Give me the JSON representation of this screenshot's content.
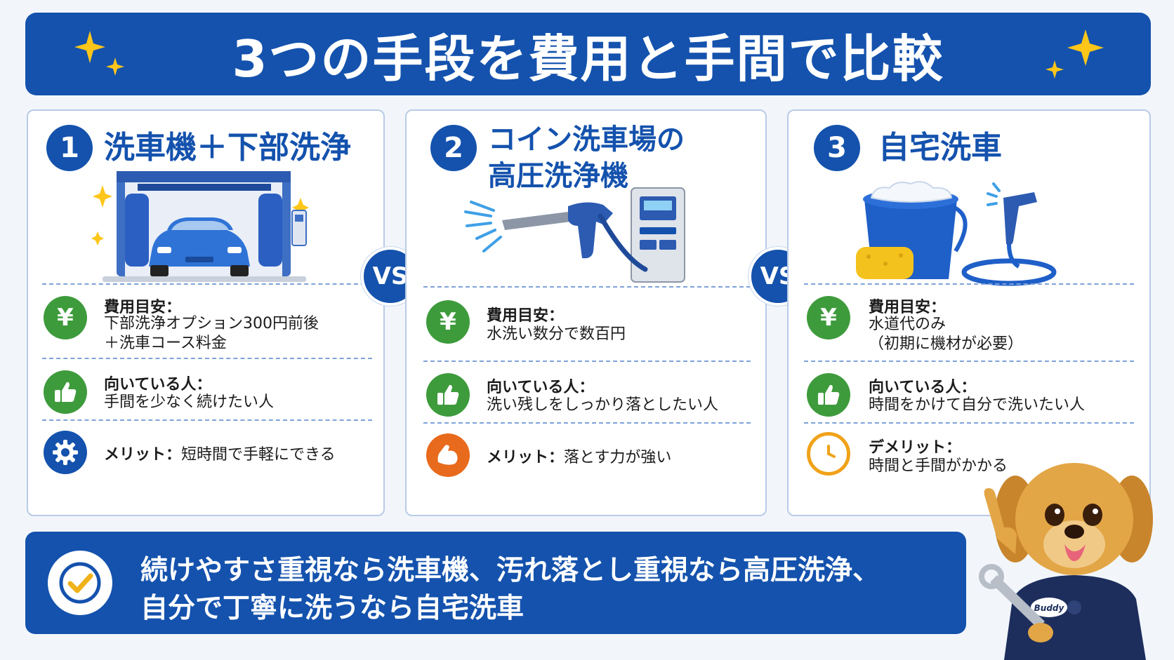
{
  "header": {
    "title": "3つの手段を費用と手間で比較"
  },
  "colors": {
    "brand_blue": "#1452ad",
    "green": "#3e9b3c",
    "orange": "#e86a1c",
    "sparkle_yellow": "#ffc61a"
  },
  "cards": [
    {
      "number": "1",
      "title_line1": "洗車機＋下部洗浄",
      "title_line2": "",
      "cost_label": "費用目安：",
      "cost_line1": "下部洗浄オプション300円前後",
      "cost_line2": "＋洗車コース料金",
      "suited_label": "向いている人：",
      "suited_text": "手間を少なく続けたい人",
      "merit_label": "メリット：",
      "merit_text": "短時間で手軽にできる",
      "merit_icon": "gear-icon"
    },
    {
      "number": "2",
      "title_line1": "コイン洗車場の",
      "title_line2": "高圧洗浄機",
      "cost_label": "費用目安：",
      "cost_line1": "水洗い数分で数百円",
      "cost_line2": "",
      "suited_label": "向いている人：",
      "suited_text": "洗い残しをしっかり落としたい人",
      "merit_label": "メリット：",
      "merit_text": "落とす力が強い",
      "merit_icon": "muscle-icon"
    },
    {
      "number": "3",
      "title_line1": "自宅洗車",
      "title_line2": "",
      "cost_label": "費用目安：",
      "cost_line1": "水道代のみ",
      "cost_line2": "（初期に機材が必要）",
      "suited_label": "向いている人：",
      "suited_text": "時間をかけて自分で洗いたい人",
      "demerit_label": "デメリット：",
      "demerit_text": "時間と手間がかかる",
      "demerit_icon": "clock-icon"
    }
  ],
  "vs_label": "VS",
  "summary": {
    "line1": "続けやすさ重視なら洗車機、汚れ落とし重視なら高圧洗浄、",
    "line2": "自分で丁寧に洗うなら自宅洗車"
  },
  "mascot": {
    "badge_text": "Buddy"
  }
}
